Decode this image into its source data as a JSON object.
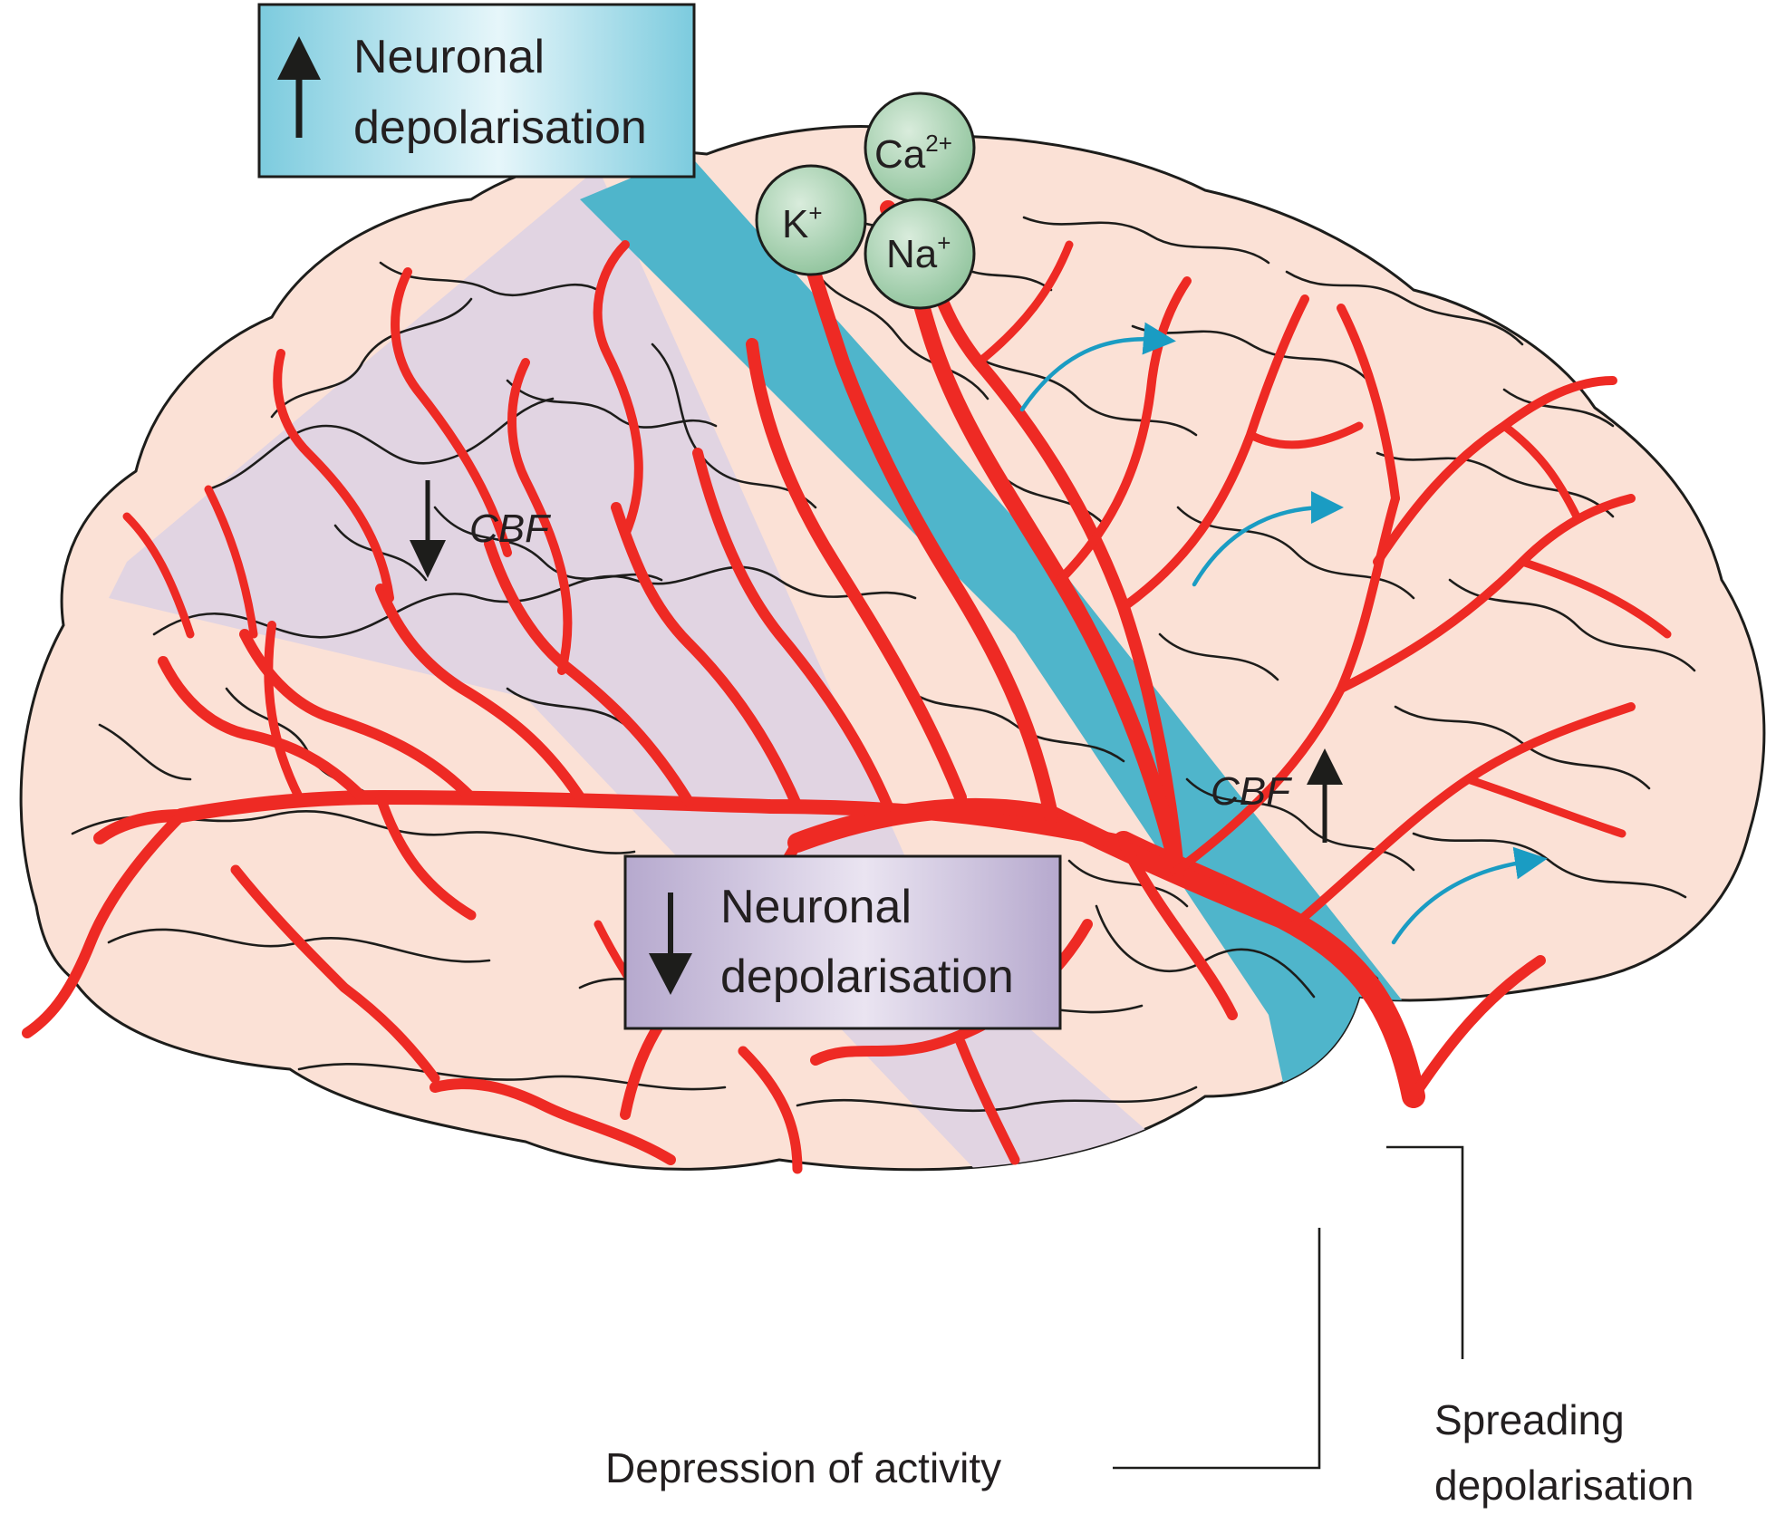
{
  "boxes": {
    "top": {
      "arrow": "up-arrow",
      "line1": "Neuronal",
      "line2": "depolarisation",
      "fill": "#8fd3e2"
    },
    "bottom": {
      "arrow": "down-arrow",
      "line1": "Neuronal",
      "line2": "depolarisation",
      "fill": "#c4b9d8"
    }
  },
  "ions": {
    "calcium": "Ca",
    "calcium_charge": "2+",
    "potassium": "K",
    "potassium_charge": "+",
    "sodium": "Na",
    "sodium_charge": "+"
  },
  "cbf": {
    "left": "CBF",
    "left_arrow": "down-arrow",
    "right": "CBF",
    "right_arrow": "up-arrow"
  },
  "callouts": {
    "depression": "Depression of activity",
    "spreading_line1": "Spreading",
    "spreading_line2": "depolarisation"
  },
  "colors": {
    "brain": "#fbe1d6",
    "depressed_zone": "#e1d4e2",
    "depolarisation_band": "#4fb5cb",
    "vessels": "#ee2a24",
    "ion_fill": "#a9d4b2",
    "flow_arrows": "#1a9cc3"
  }
}
